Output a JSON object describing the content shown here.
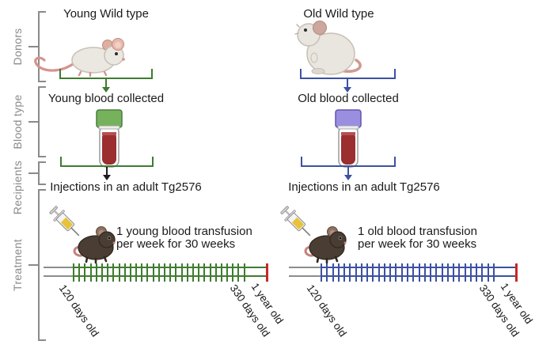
{
  "figure": {
    "sidebar": {
      "sections": [
        {
          "label": "Donors"
        },
        {
          "label": "Blood type"
        },
        {
          "label": "Recipients"
        },
        {
          "label": "Treatment"
        }
      ]
    },
    "columns": [
      {
        "id": "young",
        "donor_title": "Young Wild type",
        "blood_label": "Young blood collected",
        "recipient_label": "Injections in an adult Tg2576",
        "treatment_caption_line1": "1 young blood transfusion",
        "treatment_caption_line2": "per week for 30 weeks",
        "timeline_labels": {
          "start": "120 days old",
          "end": "330 days old",
          "final": "1 year old"
        }
      },
      {
        "id": "old",
        "donor_title": "Old Wild type",
        "blood_label": "Old blood collected",
        "recipient_label": "Injections in an adult Tg2576",
        "treatment_caption_line1": "1 old blood transfusion",
        "treatment_caption_line2": "per week for 30 weeks",
        "timeline_labels": {
          "start": "120 days old",
          "end": "330 days old",
          "final": "1 year old"
        }
      }
    ],
    "timeline": {
      "tick_count": 31,
      "weeks_of_treatment": 30
    },
    "colors": {
      "young_accent": "#3e7c30",
      "old_accent": "#3c51a1",
      "end_marker_red": "#c62828",
      "rail_gray": "#8c8c8c",
      "sidebar_gray": "#8a8a8a",
      "blood_red": "#9b2e2e",
      "cap_green": "#76b25c",
      "cap_purple": "#9a8ee0"
    }
  }
}
